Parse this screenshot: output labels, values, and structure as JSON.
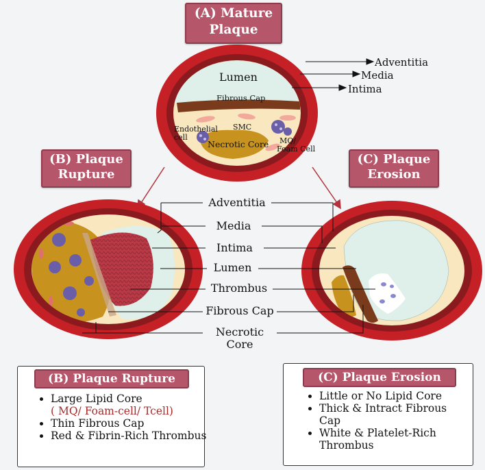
{
  "title": {
    "line1": "(A) Mature",
    "line2": "Plaque"
  },
  "rupture_tag": {
    "line1": "(B) Plaque",
    "line2": "Rupture"
  },
  "erosion_tag": {
    "line1": "(C) Plaque",
    "line2": "Erosion"
  },
  "mature": {
    "adventitia": "Adventitia",
    "media": "Media",
    "intima": "Intima",
    "lumen": "Lumen",
    "fibrous_cap": "Fibrous Cap",
    "smc": "SMC",
    "endothelial_1": "Endothelial",
    "endothelial_2": "cell",
    "necrotic_core": "Necrotic Core",
    "mq_1": "MQ/",
    "mq_2": "Foam Cell"
  },
  "center_labels": {
    "adventitia": "Adventitia",
    "media": "Media",
    "intima": "Intima",
    "lumen": "Lumen",
    "thrombus": "Thrombus",
    "fibrous_cap": "Fibrous Cap",
    "necrotic_1": "Necrotic",
    "necrotic_2": "Core"
  },
  "rupture_box": {
    "title": "(B) Plaque Rupture",
    "item1": "Large Lipid Core",
    "item1_sub": "( MQ/ Foam-cell/ Tcell)",
    "item2": "Thin Fibrous Cap",
    "item3": "Red & Fibrin-Rich Thrombus"
  },
  "erosion_box": {
    "title": "(C) Plaque Erosion",
    "item1": "Little or No Lipid Core",
    "item2": "Thick & Intract Fibrous Cap",
    "item3": "White & Platelet-Rich Thrombus"
  },
  "colors": {
    "adventitia": "#c62027",
    "media": "#8b1a1f",
    "intima": "#f8e7bf",
    "lumen": "#dff0ea",
    "fibrous_cap": "#7a3b1d",
    "necrotic_core": "#c7921d",
    "thrombus": "#b93a46",
    "tag": "#b5566a"
  }
}
